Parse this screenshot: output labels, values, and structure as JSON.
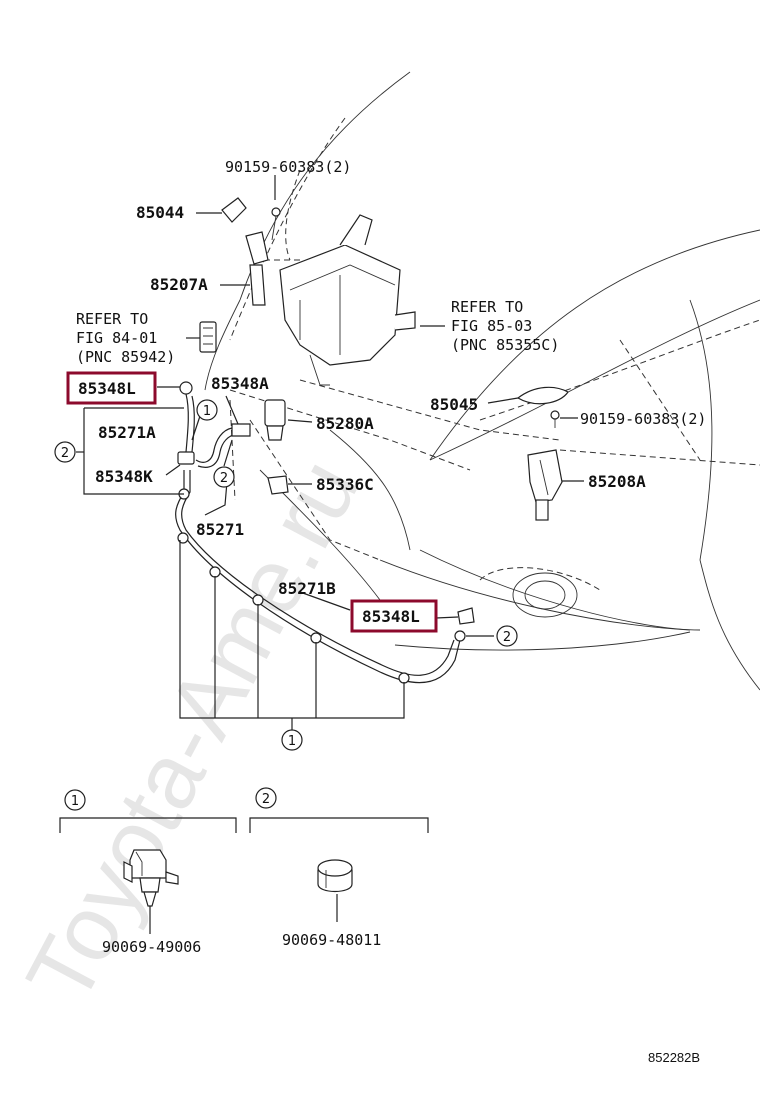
{
  "watermark": "Toyota-Ame.ru",
  "diagram_code": "852282B",
  "highlight_color": "#8c0a2c",
  "labels": {
    "p90159_top": "90159-60383(2)",
    "p85044": "85044",
    "p85207A": "85207A",
    "refer1_l1": "REFER TO",
    "refer1_l2": "FIG 84-01",
    "refer1_l3": "(PNC 85942)",
    "refer2_l1": "REFER TO",
    "refer2_l2": "FIG 85-03",
    "refer2_l3": "(PNC 85355C)",
    "p85348L_top": "85348L",
    "p85348A": "85348A",
    "p85280A": "85280A",
    "p85045": "85045",
    "p90159_right": "90159-60383(2)",
    "p85271A": "85271A",
    "p85336C": "85336C",
    "p85208A": "85208A",
    "p85348K": "85348K",
    "p85271": "85271",
    "p85271B": "85271B",
    "p85348L_mid": "85348L",
    "p90069_49006": "90069-49006",
    "p90069_48011": "90069-48011"
  },
  "callouts": {
    "c1": "1",
    "c2": "2"
  }
}
